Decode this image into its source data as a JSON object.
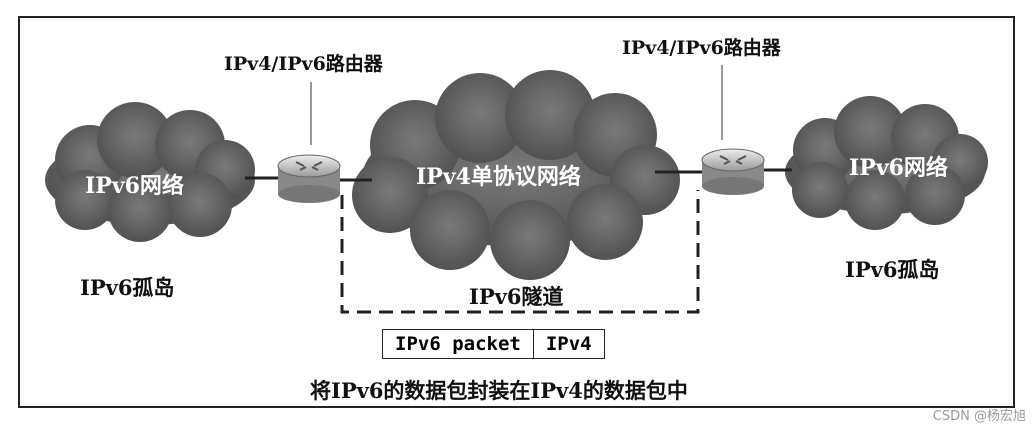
{
  "clouds": {
    "left": "IPv6网络",
    "center": "IPv4单协议网络",
    "right": "IPv6网络"
  },
  "routers": {
    "left": "IPv4/IPv6路由器",
    "right": "IPv4/IPv6路由器"
  },
  "islands": {
    "left": "IPv6孤岛",
    "right": "IPv6孤岛"
  },
  "tunnel": "IPv6隧道",
  "packet": {
    "payload": "IPv6 packet",
    "header": "IPv4"
  },
  "caption": "将IPv6的数据包封装在IPv4的数据包中",
  "watermark": "CSDN @杨宏旭",
  "colors": {
    "cloud": "#5f5f5f",
    "router": "#c8c8c8",
    "line": "#222222"
  }
}
